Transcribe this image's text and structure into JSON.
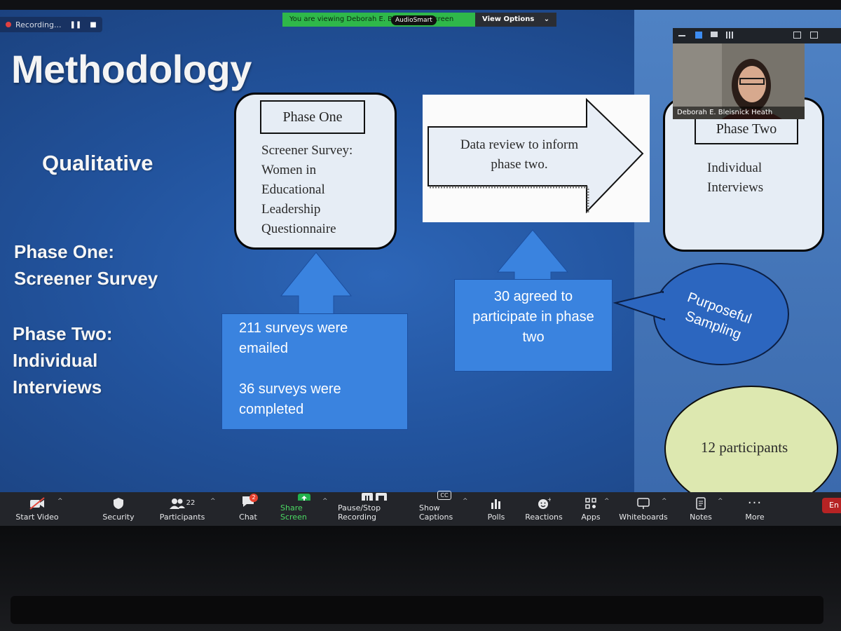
{
  "recording": {
    "label": "Recording..."
  },
  "share_banner": {
    "viewing_text": "You are viewing Deborah E. Bl",
    "viewing_tail": "'s screen",
    "view_options": "View Options",
    "audio_badge": "AudioSmart"
  },
  "participant_video": {
    "name": "Deborah E. Bleisnick Heath"
  },
  "slide": {
    "title": "Methodology",
    "qualitative": "Qualitative",
    "phase_one_label": [
      "Phase One:",
      "Screener Survey"
    ],
    "phase_two_label": [
      "Phase Two:",
      "Individual",
      "Interviews"
    ],
    "phase_one_box": {
      "heading": "Phase One",
      "lines": [
        "Screener Survey:",
        "Women in",
        "Educational",
        "Leadership",
        "Questionnaire"
      ]
    },
    "data_review": {
      "lines": [
        "Data review to inform",
        "phase two."
      ]
    },
    "phase_two_box": {
      "heading": "Phase Two",
      "lines": [
        "Individual",
        "Interviews"
      ]
    },
    "surveys_callout": {
      "line1": "211 surveys were",
      "line2": "emailed",
      "line3": "36 surveys were",
      "line4": "completed"
    },
    "agreed_callout": {
      "line1": "30 agreed to",
      "line2": "participate in phase",
      "line3": "two"
    },
    "purposeful": {
      "line1": "Purposeful",
      "line2": "Sampling"
    },
    "participants_oval": "12 participants",
    "colors": {
      "slide_bg": "#22539d",
      "callout_blue": "#3a83df",
      "box_fill": "#e6edf5",
      "oval_fill": "#dde8b0"
    }
  },
  "toolbar": {
    "items": [
      {
        "label": "Start Video",
        "icon": "video-off-icon"
      },
      {
        "label": "Security",
        "icon": "shield-icon"
      },
      {
        "label": "Participants",
        "icon": "participants-icon",
        "count": "22"
      },
      {
        "label": "Chat",
        "icon": "chat-icon",
        "badge": "2"
      },
      {
        "label": "Share Screen",
        "icon": "share-screen-icon"
      },
      {
        "label": "Pause/Stop Recording",
        "icon": "pause-stop-icon"
      },
      {
        "label": "Show Captions",
        "icon": "captions-icon",
        "icon_text": "CC"
      },
      {
        "label": "Polls",
        "icon": "polls-icon"
      },
      {
        "label": "Reactions",
        "icon": "reactions-icon"
      },
      {
        "label": "Apps",
        "icon": "apps-icon"
      },
      {
        "label": "Whiteboards",
        "icon": "whiteboard-icon"
      },
      {
        "label": "Notes",
        "icon": "notes-icon"
      },
      {
        "label": "More",
        "icon": "more-icon"
      }
    ],
    "end_label": "En"
  }
}
